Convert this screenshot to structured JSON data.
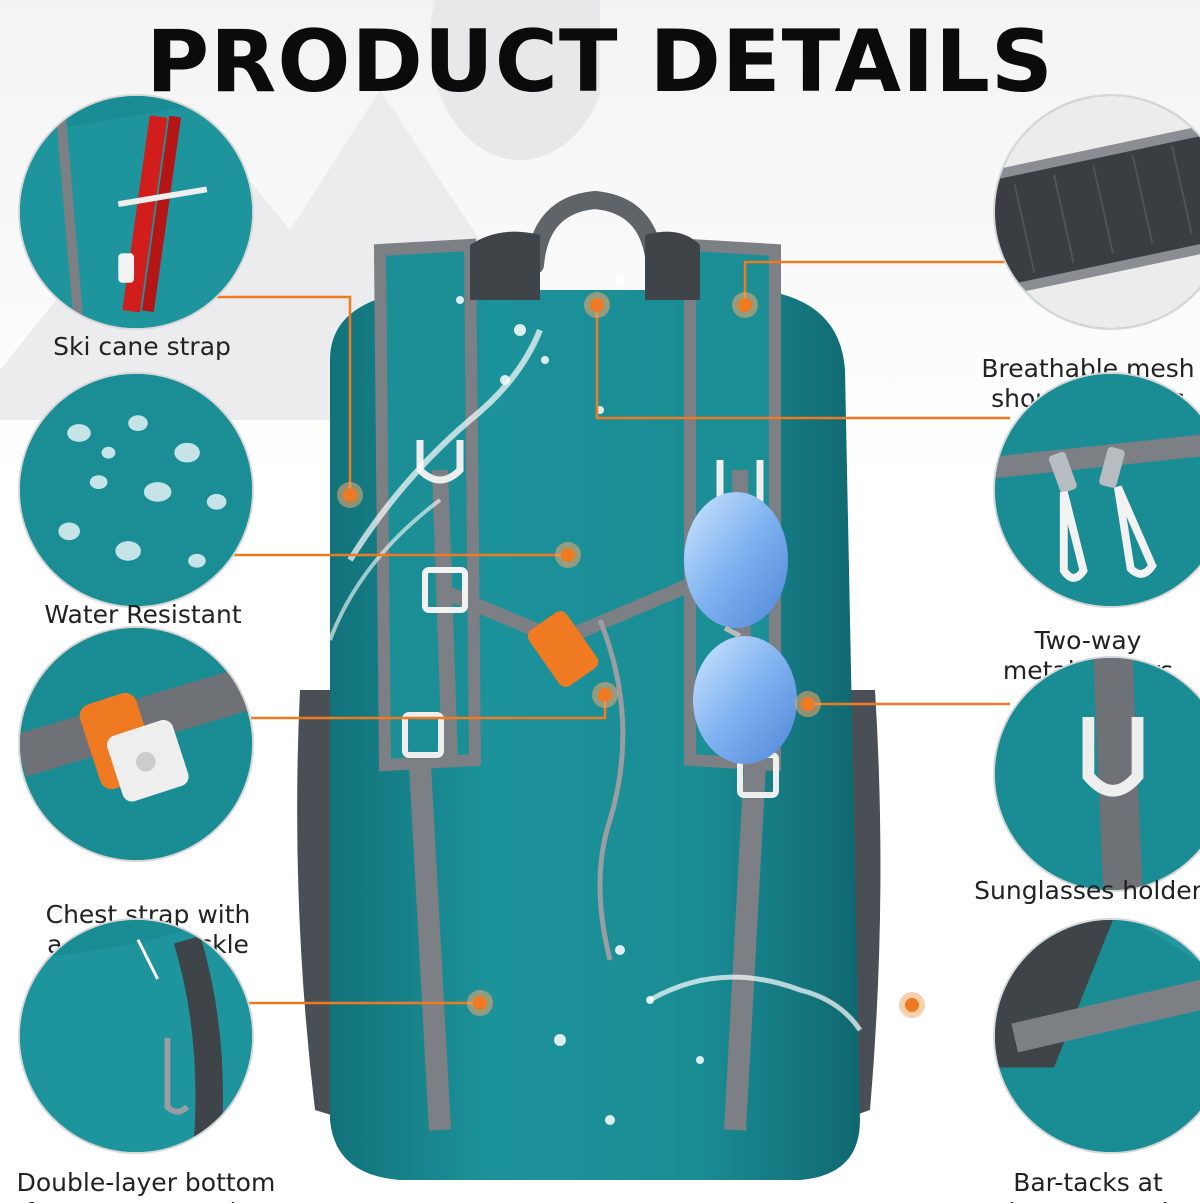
{
  "title": "PRODUCT DETAILS",
  "colors": {
    "teal": "#1a8d95",
    "teal_dark": "#136d74",
    "strap_gray": "#7c8085",
    "accent_orange": "#f07a22",
    "text": "#222222"
  },
  "features": [
    {
      "id": "ski-cane-strap",
      "label": "Ski cane strap"
    },
    {
      "id": "water-resistant",
      "label": "Water Resistant"
    },
    {
      "id": "chest-strap",
      "label": "Chest strap with\na whistle buckle"
    },
    {
      "id": "double-layer-bottom",
      "label": "Double-layer bottom\nfor extra protection"
    },
    {
      "id": "breathable-mesh",
      "label": "Breathable mesh\nshoulder straps"
    },
    {
      "id": "two-way-zippers",
      "label": "Two-way\nmetal zippers"
    },
    {
      "id": "sunglasses-holder",
      "label": "Sunglasses holder"
    },
    {
      "id": "bar-tacks",
      "label": "Bar-tacks at\nmajor stress points"
    }
  ]
}
